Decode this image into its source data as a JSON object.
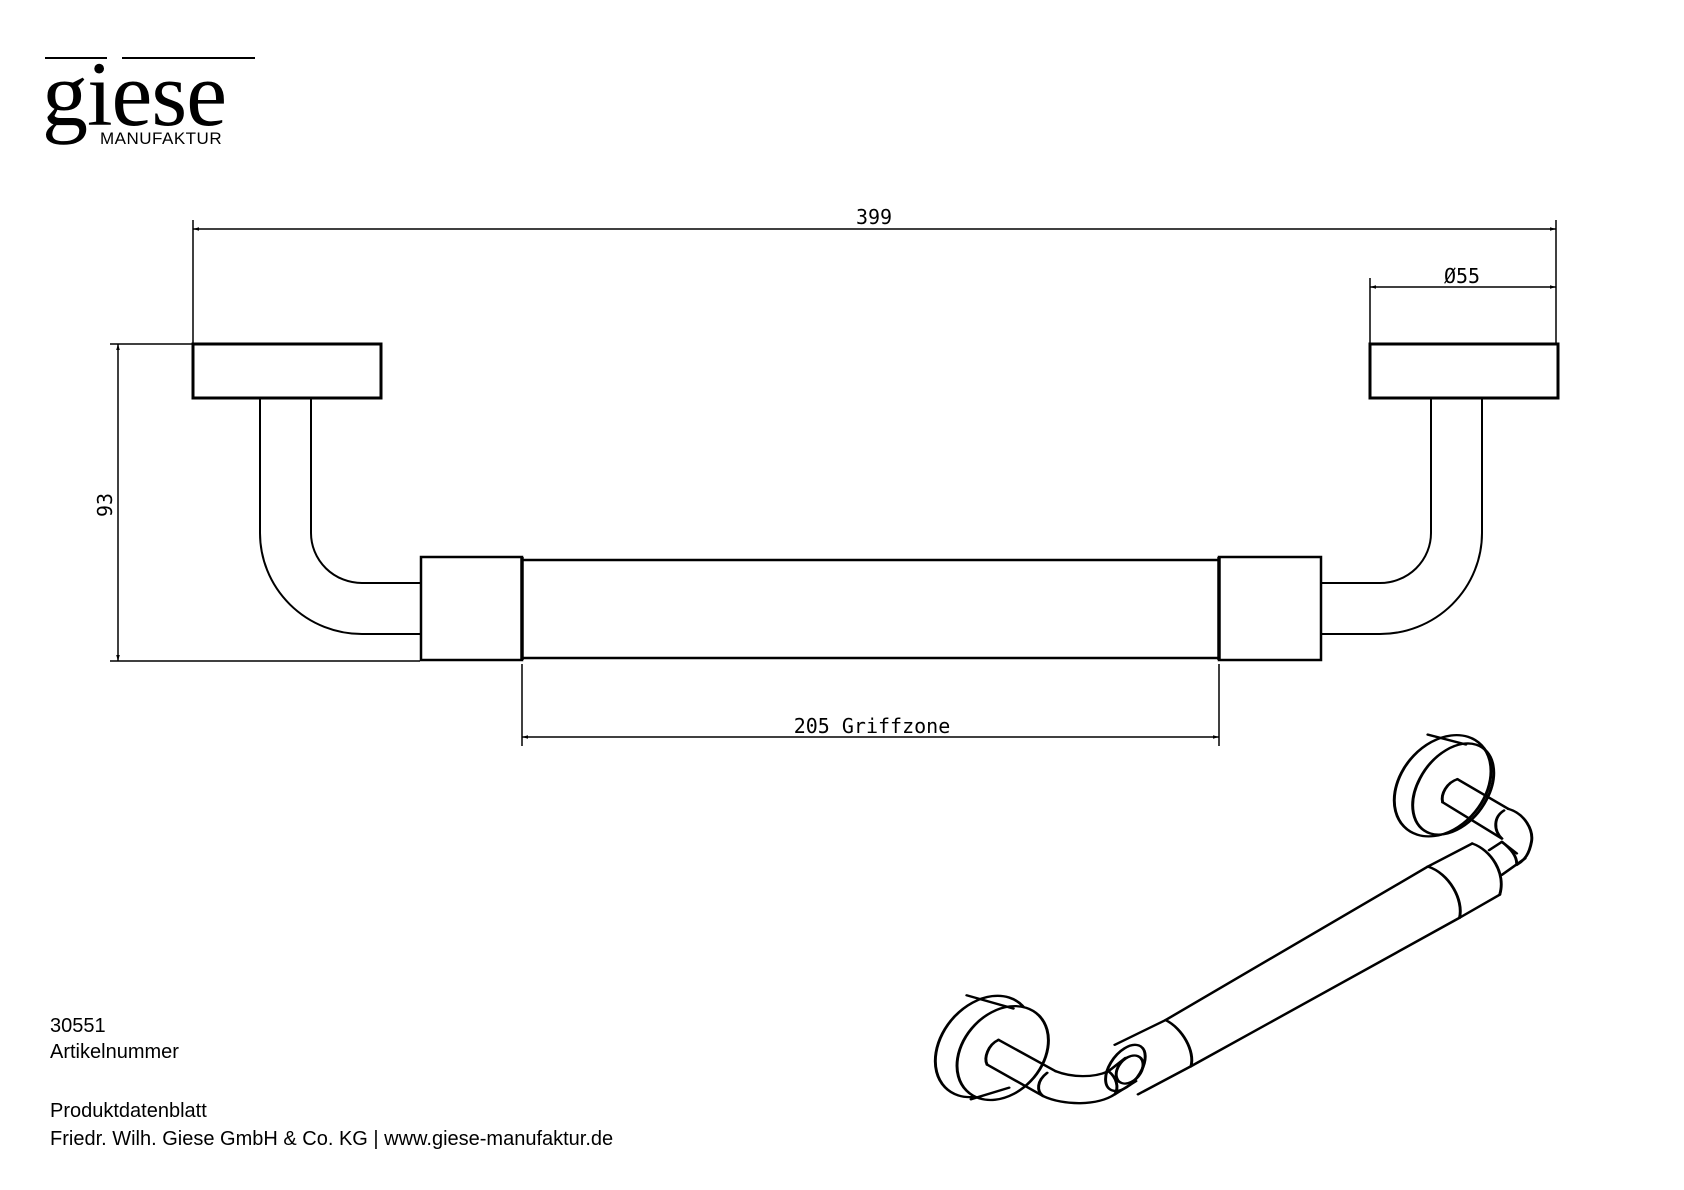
{
  "logo": {
    "wordmark": "giese",
    "subtitle": "MANUFAKTUR"
  },
  "dimensions": {
    "overall_width": "399",
    "plate_diameter": "Ø55",
    "projection_height": "93",
    "grip_zone": "205 Griffzone"
  },
  "views": {
    "front": "front-elevation-grab-bar",
    "iso": "isometric-grab-bar"
  },
  "info": {
    "article_number": "30551",
    "article_label": "Artikelnummer",
    "doc_type": "Produktdatenblatt",
    "company_line": "Friedr. Wilh. Giese GmbH & Co. KG | www.giese-manufaktur.de"
  },
  "colors": {
    "line": "#000000",
    "background": "#ffffff"
  }
}
